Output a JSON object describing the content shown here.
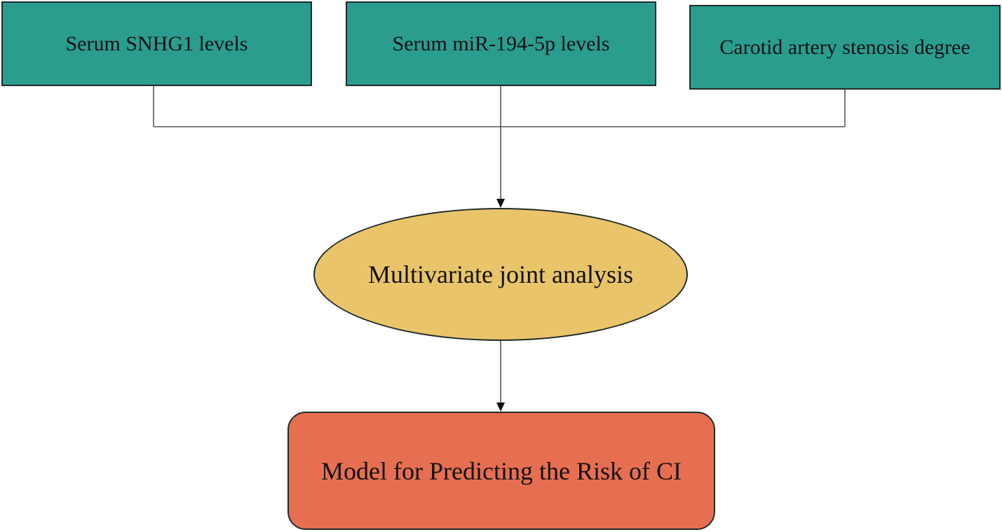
{
  "inputs": [
    {
      "label": "Serum SNHG1 levels"
    },
    {
      "label": "Serum miR-194-5p levels"
    },
    {
      "label": "Carotid artery stenosis degree"
    }
  ],
  "analysis": {
    "label": "Multivariate joint analysis"
  },
  "output": {
    "label": "Model for Predicting the Risk of CI"
  },
  "colors": {
    "inputs": "#2a9d8f",
    "analysis": "#e9c46a",
    "output": "#e76f51",
    "lines": "#1f2a2a"
  }
}
